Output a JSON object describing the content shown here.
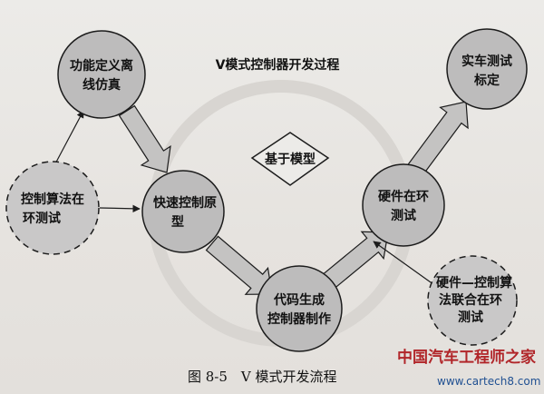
{
  "diagram": {
    "title": "V模式控制器开发过程",
    "center_label": "基于模型",
    "caption": "图 8-5　V 模式开发流程",
    "nodes": {
      "offline_sim": [
        "功能定义离",
        "线仿真"
      ],
      "rapid_proto": [
        "快速控制原",
        "型"
      ],
      "codegen": [
        "代码生成",
        "控制器制作"
      ],
      "hil": [
        "硬件在环",
        "测试"
      ],
      "vehicle": [
        "实车测试",
        "标定"
      ],
      "algo_loop": [
        "控制算法在",
        "环测试"
      ],
      "hw_ctrl_joint": [
        "硬件—控制算",
        "法联合在环",
        "测试"
      ]
    },
    "colors": {
      "node_fill": "#bdbcbc",
      "dashed_fill": "#c9c8c8",
      "arrow_fill": "#c4c3c2",
      "line": "#1c1c1c"
    }
  },
  "watermark": {
    "site_name": "中国汽车工程师之家",
    "url": "www.cartech8.com"
  }
}
